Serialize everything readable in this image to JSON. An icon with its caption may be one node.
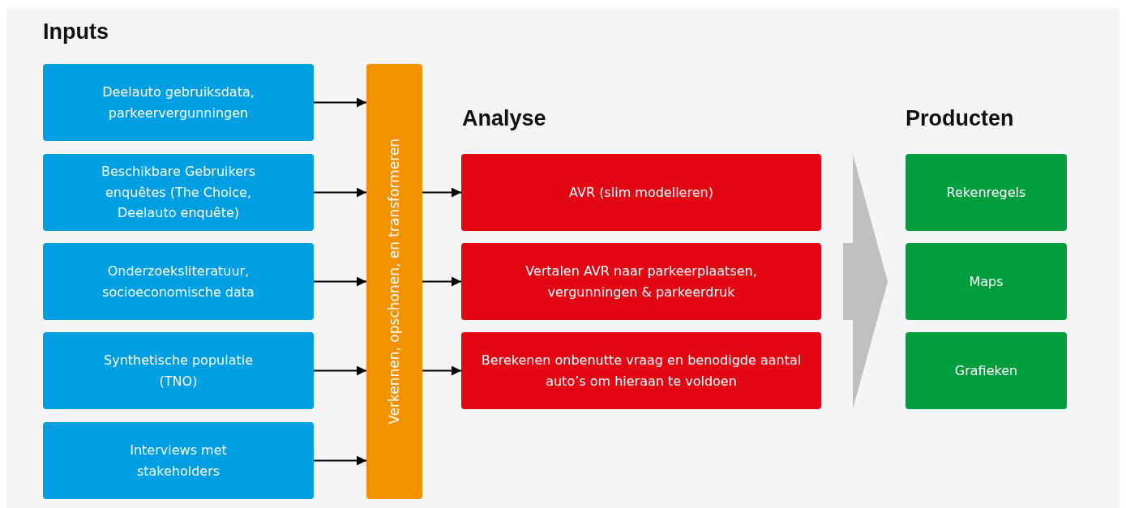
{
  "diagram": {
    "nodes": [
      {
        "text": [
          "Deelauto gebruiksdata, parkeervergunningen"
        ]
      },
      {
        "text": [
          "Beschikbare Gebruikers enquêtes (The Choice, Deelauto enquête)"
        ]
      },
      {
        "text": [
          "Onderzoeksliteratuur, socioeconomische data"
        ]
      },
      {
        "text": [
          "Synthetische populatie (TNO)"
        ]
      },
      {
        "text": [
          "Interviews met stakeholders"
        ]
      },
      {
        "text": [
          "Verkennen, opschonen, en transformeren"
        ]
      },
      {
        "text": [
          "AVR (slim modelleren)"
        ]
      },
      {
        "text": [
          "Vertalen AVR naar parkeerplaatsen, vergunningen & parkeerdruk"
        ]
      },
      {
        "text": [
          "Berekenen onbenutte vraag en benodigde aantal auto’s om hieraan te voldoen"
        ]
      },
      {
        "text": [
          "Rekenregels"
        ]
      },
      {
        "text": [
          "Maps"
        ]
      },
      {
        "text": [
          "Grafieken"
        ]
      }
    ],
    "edges": [
      {
        "from": 0,
        "to": 5,
        "arrow": "to"
      },
      {
        "from": 1,
        "to": 5,
        "arrow": "to"
      },
      {
        "from": 2,
        "to": 5,
        "arrow": "to"
      },
      {
        "from": 3,
        "to": 5,
        "arrow": "to"
      },
      {
        "from": 4,
        "to": 5,
        "arrow": "to"
      },
      {
        "from": 5,
        "to": 6,
        "arrow": "to"
      },
      {
        "from": 5,
        "to": 7,
        "arrow": "to"
      },
      {
        "from": 5,
        "to": 8,
        "arrow": "to"
      },
      {
        "from": 7,
        "to": 10,
        "arrow": "to",
        "style": "thick",
        "color": "#c0c0c0"
      }
    ],
    "labels": [
      "Inputs",
      "Analyse",
      "Producten"
    ]
  }
}
